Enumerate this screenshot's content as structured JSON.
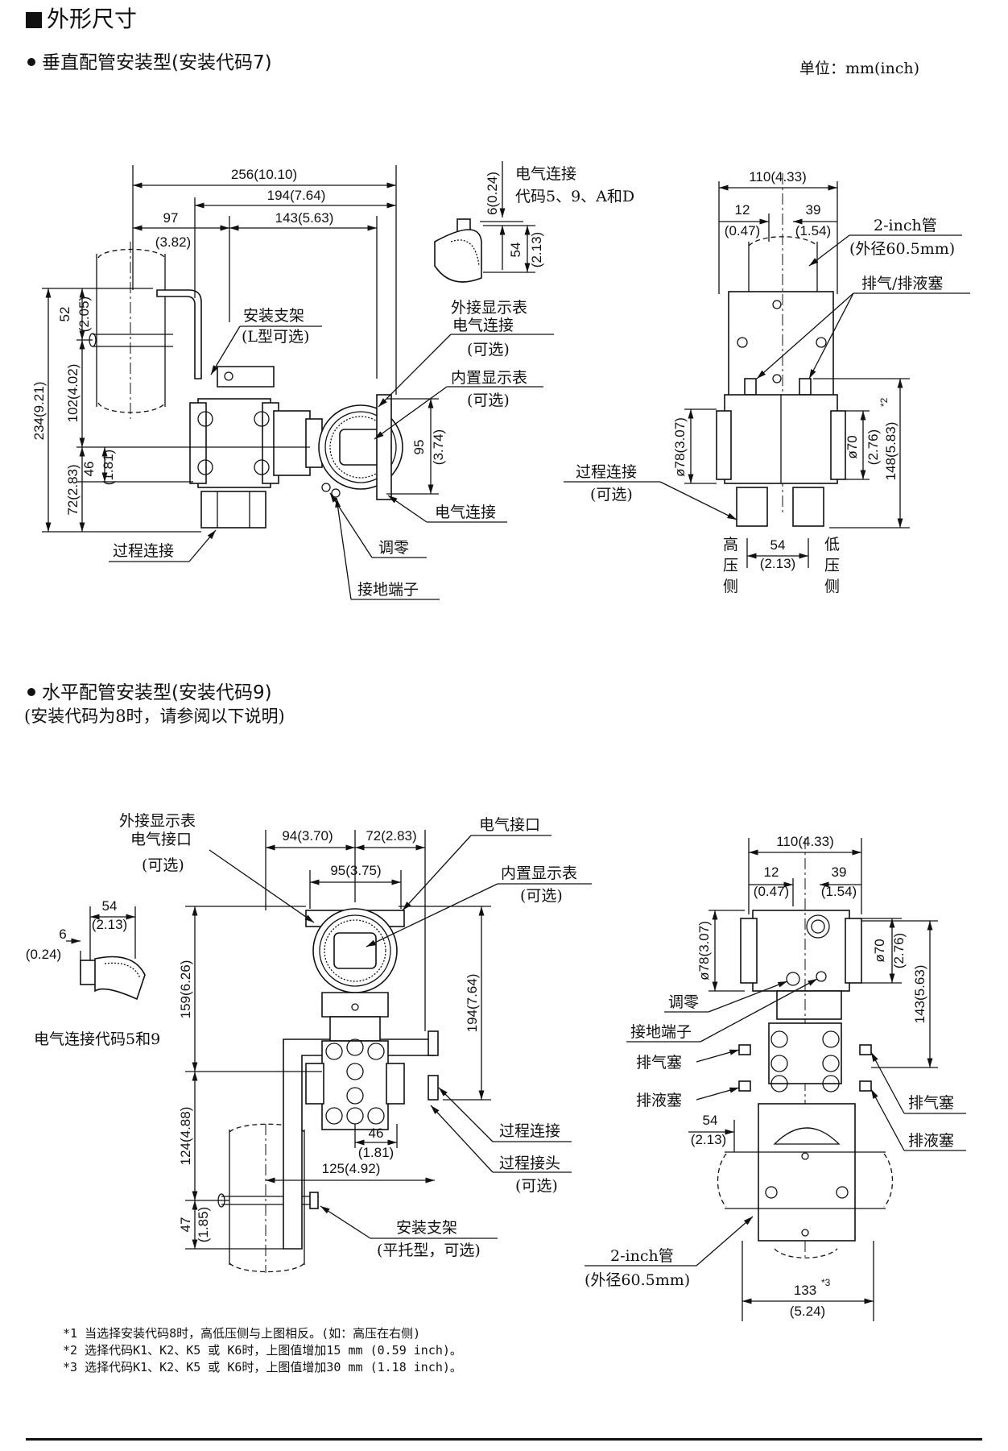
{
  "header": {
    "title": "外形尺寸",
    "section1": "垂直配管安装型(安装代码7)",
    "section2": "水平配管安装型(安装代码9)",
    "section2_sub": "(安装代码为8时，请参阅以下说明)",
    "unit": "单位：mm(inch)"
  },
  "fig1": {
    "dim_256": "256(10.10)",
    "dim_194": "194(7.64)",
    "dim_97a": "97",
    "dim_97b": "(3.82)",
    "dim_143": "143(5.63)",
    "dim_52a": "52",
    "dim_52b": "(2.05)",
    "dim_234": "234(9.21)",
    "dim_102": "102(4.02)",
    "dim_46a": "46",
    "dim_46b": "(1.81)",
    "dim_72": "72(2.83)",
    "dim_95a": "95",
    "dim_95b": "(3.74)",
    "dim_6": "6(0.24)",
    "dim_54a": "54",
    "dim_54b": "(2.13)",
    "elec_conn_codes_1": "电气连接",
    "elec_conn_codes_2": "代码5、9、A和D",
    "bracket_1": "安装支架",
    "bracket_2": "(L型可选)",
    "ext_disp_1": "外接显示表",
    "ext_disp_2": "电气连接",
    "ext_disp_3": "(可选)",
    "int_disp_1": "内置显示表",
    "int_disp_2": "(可选)",
    "elec_conn": "电气连接",
    "process_conn": "过程连接",
    "zero": "调零",
    "ground": "接地端子"
  },
  "fig2": {
    "dim_110": "110(4.33)",
    "dim_12a": "12",
    "dim_12b": "(0.47)",
    "dim_39a": "39",
    "dim_39b": "(1.54)",
    "pipe_1": "2-inch管",
    "pipe_2": "(外径60.5mm)",
    "vent": "排气/排液塞",
    "dim_78": "ø78(3.07)",
    "dim_70a": "ø70",
    "dim_70b": "(2.76)",
    "dim_148": "148(5.83)",
    "note2": "*2",
    "process_1": "过程连接",
    "process_2": "(可选)",
    "high": [
      "高",
      "压",
      "侧"
    ],
    "low": [
      "低",
      "压",
      "侧"
    ],
    "dim_54a": "54",
    "dim_54b": "(2.13)"
  },
  "fig3": {
    "ext_1": "外接显示表",
    "ext_2": "电气接口",
    "ext_3": "(可选)",
    "dim_94": "94(3.70)",
    "dim_72": "72(2.83)",
    "dim_95": "95(3.75)",
    "elec_port": "电气接口",
    "int_1": "内置显示表",
    "int_2": "(可选)",
    "dim_54a": "54",
    "dim_54b": "(2.13)",
    "dim_6a": "6",
    "dim_6b": "(0.24)",
    "elec_code": "电气连接代码5和9",
    "dim_159": "159(6.26)",
    "dim_194": "194(7.64)",
    "dim_124": "124(4.88)",
    "dim_46a": "46",
    "dim_46b": "(1.81)",
    "dim_125": "125(4.92)",
    "dim_47a": "47",
    "dim_47b": "(1.85)",
    "process_conn": "过程连接",
    "process_head_1": "过程接头",
    "process_head_2": "(可选)",
    "bracket_1": "安装支架",
    "bracket_2": "(平托型，可选)"
  },
  "fig4": {
    "dim_110": "110(4.33)",
    "dim_12a": "12",
    "dim_12b": "(0.47)",
    "dim_39a": "39",
    "dim_39b": "(1.54)",
    "dim_78": "ø78(3.07)",
    "dim_70a": "ø70",
    "dim_70b": "(2.76)",
    "dim_143": "143(5.63)",
    "zero": "调零",
    "ground": "接地端子",
    "vent_l": "排气塞",
    "drain_l": "排液塞",
    "vent_r": "排气塞",
    "drain_r": "排液塞",
    "dim_54a": "54",
    "dim_54b": "(2.13)",
    "pipe_1": "2-inch管",
    "pipe_2": "(外径60.5mm)",
    "dim_133": "133",
    "note3": "*3",
    "dim_133b": "(5.24)"
  },
  "notes": [
    "*1  当选择安装代码8时，高低压侧与上图相反。(如：高压在右侧)",
    "*2  选择代码K1、K2、K5 或 K6时，上图值增加15 mm (0.59 inch)。",
    "*3  选择代码K1、K2、K5 或 K6时，上图值增加30 mm (1.18 inch)。"
  ]
}
